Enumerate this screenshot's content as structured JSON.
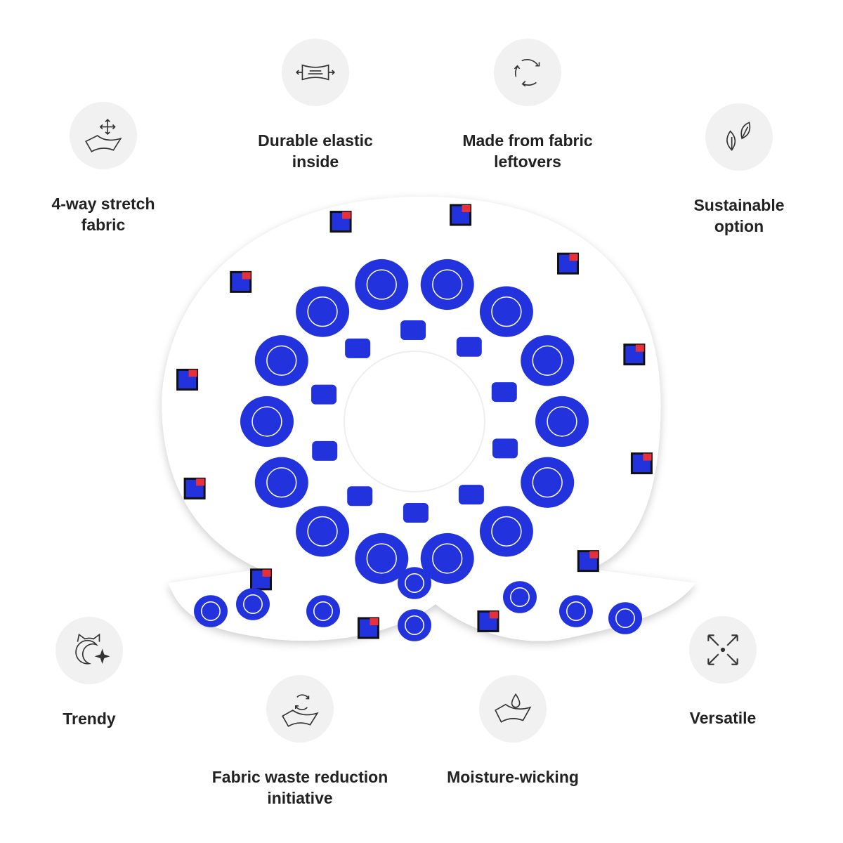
{
  "features": [
    {
      "id": "stretch",
      "label_lines": [
        "4-way stretch",
        "fabric"
      ],
      "icon": "stretch-fabric-icon"
    },
    {
      "id": "elastic",
      "label_lines": [
        "Durable elastic",
        "inside"
      ],
      "icon": "elastic-icon"
    },
    {
      "id": "leftovers",
      "label_lines": [
        "Made from fabric",
        "leftovers"
      ],
      "icon": "recycle-icon"
    },
    {
      "id": "sustainable",
      "label_lines": [
        "Sustainable",
        "option"
      ],
      "icon": "leaves-icon"
    },
    {
      "id": "trendy",
      "label_lines": [
        "Trendy"
      ],
      "icon": "cat-sparkle-icon"
    },
    {
      "id": "waste",
      "label_lines": [
        "Fabric waste reduction",
        "initiative"
      ],
      "icon": "fabric-recycle-icon"
    },
    {
      "id": "moisture",
      "label_lines": [
        "Moisture-wicking"
      ],
      "icon": "water-drop-icon"
    },
    {
      "id": "versatile",
      "label_lines": [
        "Versatile"
      ],
      "icon": "expand-arrows-icon"
    }
  ],
  "colors": {
    "pattern_blue": "#2233dd",
    "pattern_red": "#e8303a",
    "fabric": "#ffffff",
    "icon_bg": "#f1f1f1"
  }
}
